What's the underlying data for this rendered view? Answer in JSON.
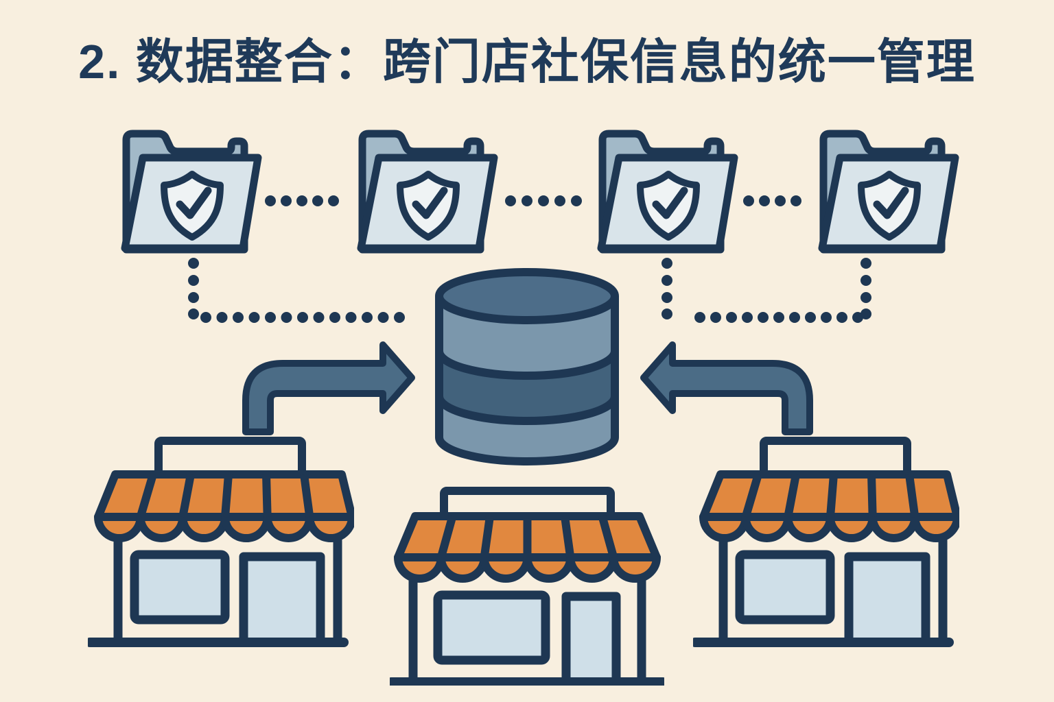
{
  "title": "2. 数据整合：跨门店社保信息的统一管理",
  "colors": {
    "bg": "#f8efdf",
    "title": "#1f3a59",
    "outline": "#1e3753",
    "folder-back": "#a2b9c8",
    "folder-front": "#d9e4ea",
    "shield": "#eff3f4",
    "db-top": "#4d6d89",
    "db-light": "#7b97ac",
    "db-dark": "#42627c",
    "arrow": "#4b6c86",
    "awning": "#e1883f",
    "glass": "#cfdfe8"
  },
  "icons": {
    "folders": {
      "name": "secure-folder-with-shield-check",
      "count": 4
    },
    "database": {
      "name": "database-cylinder"
    },
    "stores": {
      "name": "storefront-with-awning",
      "count": 3
    },
    "arrows": {
      "name": "bent-arrow-into-database",
      "count": 2
    },
    "connectors": {
      "name": "dotted-connector",
      "style": "dotted"
    }
  }
}
